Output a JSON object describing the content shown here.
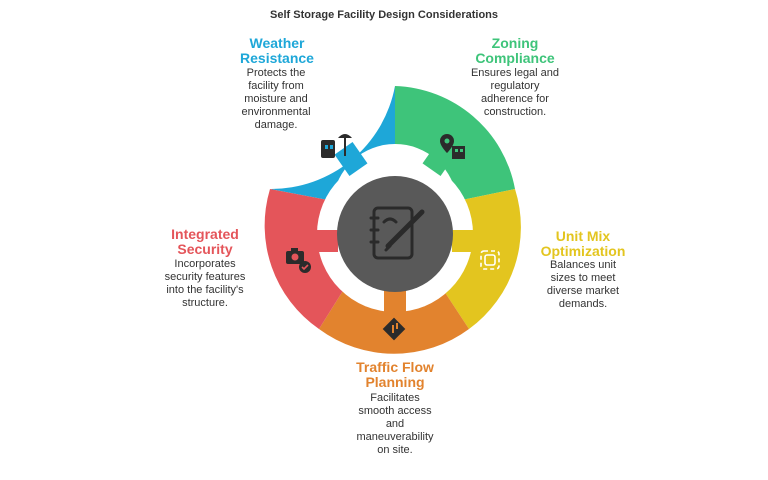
{
  "title": "Self Storage Facility Design Considerations",
  "colors": {
    "weather": "#1ea7d8",
    "zoning": "#3ec47a",
    "unitmix": "#e3c51f",
    "traffic": "#e2832e",
    "security": "#e4555a",
    "center": "#595959"
  },
  "segments": [
    {
      "key": "weather",
      "label_line1": "Weather",
      "label_line2": "Resistance",
      "desc_lines": [
        "Protects the",
        "facility from",
        "moisture and",
        "environmental",
        "damage."
      ],
      "icon": "umbrella-building-icon"
    },
    {
      "key": "zoning",
      "label_line1": "Zoning",
      "label_line2": "Compliance",
      "desc_lines": [
        "Ensures legal and",
        "regulatory",
        "adherence for",
        "construction."
      ],
      "icon": "location-building-icon"
    },
    {
      "key": "unitmix",
      "label_line1": "Unit Mix",
      "label_line2": "Optimization",
      "desc_lines": [
        "Balances unit",
        "sizes to meet",
        "diverse market",
        "demands."
      ],
      "icon": "square-frame-icon"
    },
    {
      "key": "traffic",
      "label_line1": "Traffic Flow",
      "label_line2": "Planning",
      "desc_lines": [
        "Facilitates",
        "smooth access",
        "and",
        "maneuverability",
        "on site."
      ],
      "icon": "traffic-sign-icon"
    },
    {
      "key": "security",
      "label_line1": "Integrated",
      "label_line2": "Security",
      "desc_lines": [
        "Incorporates",
        "security features",
        "into the facility's",
        "structure."
      ],
      "icon": "camera-check-icon"
    }
  ],
  "center_icon": "notebook-pen-icon"
}
